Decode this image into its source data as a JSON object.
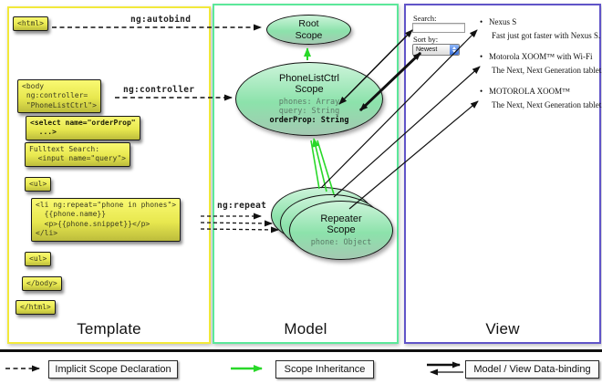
{
  "panels": {
    "template": "Template",
    "model": "Model",
    "view": "View"
  },
  "code_boxes": {
    "html_open": "<html>",
    "body_open": "<body\n ng:controller=\n \"PhoneListCtrl\">",
    "select": "<select name=\"orderProp\"\n  ...>",
    "fulltext": "Fulltext Search:\n  <input name=\"query\">",
    "ul_open": "<ul>",
    "li_repeat": "<li ng:repeat=\"phone in phones\">\n  {{phone.name}}\n  <p>{{phone.snippet}}</p>\n</li>",
    "ul_close": "<ul>",
    "body_close": "</body>",
    "html_close": "</html>"
  },
  "directives": {
    "autobind": "ng:autobind",
    "controller": "ng:controller",
    "repeat": "ng:repeat"
  },
  "scopes": {
    "root": {
      "title": "Root\nScope"
    },
    "phonelist": {
      "title": "PhoneListCtrl\nScope",
      "prop_phones": "phones: Array",
      "prop_query": "query: String",
      "prop_orderprop": "orderProp: String"
    },
    "repeater": {
      "title": "Repeater\nScope",
      "prop_phone": "phone: Object"
    }
  },
  "view": {
    "search_label": "Search:",
    "sort_label": "Sort by:",
    "sort_value": "Newest",
    "items": [
      {
        "name": "Nexus S",
        "snippet": "Fast just got faster with Nexus S."
      },
      {
        "name": "Motorola XOOM™ with Wi-Fi",
        "snippet": "The Next, Next Generation tablet."
      },
      {
        "name": "MOTOROLA XOOM™",
        "snippet": "The Next, Next Generation tablet."
      }
    ]
  },
  "legend": {
    "implicit": "Implicit Scope Declaration",
    "inheritance": "Scope Inheritance",
    "databinding": "Model / View Data-binding"
  },
  "colors": {
    "template_border": "#f2e93a",
    "model_border": "#5ce89a",
    "view_border": "#6054c8",
    "green_arrow": "#29d829"
  }
}
